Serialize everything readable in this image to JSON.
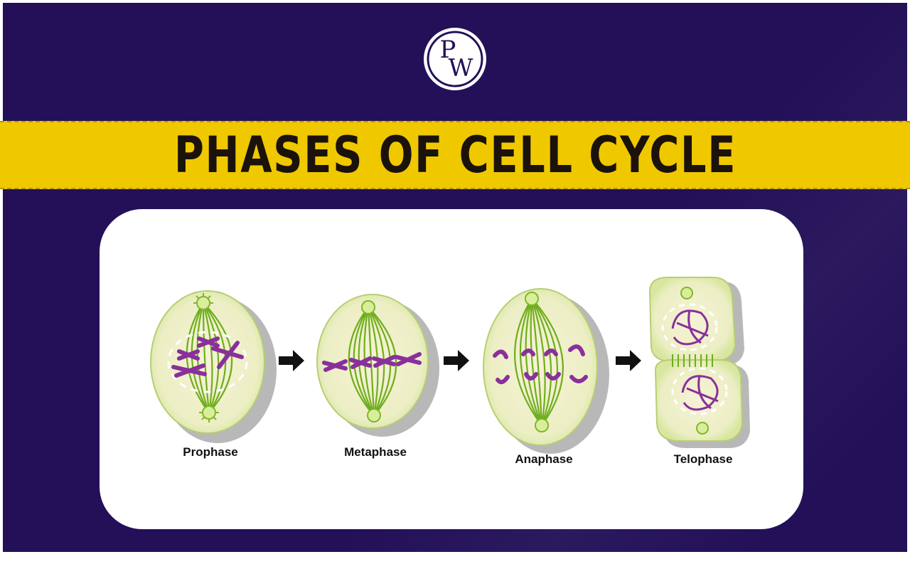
{
  "header": {
    "logo_text": "PW",
    "title": "PHASES OF CELL CYCLE"
  },
  "colors": {
    "background": "#231058",
    "band": "#efc800",
    "cell_fill": "#eef0c8",
    "spindle": "#6fae1e",
    "chromosome": "#8a2f9c"
  },
  "phases": [
    {
      "name": "Prophase"
    },
    {
      "name": "Metaphase"
    },
    {
      "name": "Anaphase"
    },
    {
      "name": "Telophase"
    }
  ]
}
